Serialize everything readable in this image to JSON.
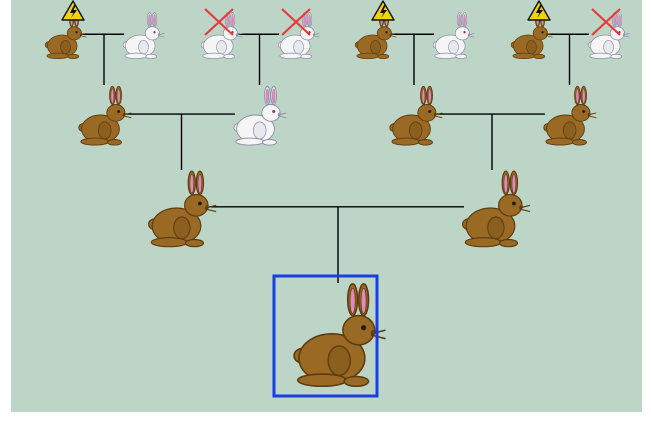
{
  "scene": {
    "title": "",
    "background_color": "#bdd5c7",
    "line_color": "#000000",
    "selection_color": "#1a3fe0",
    "selected_bunny": "offspring"
  },
  "colors": {
    "brown_fur": "#9a6a24",
    "white_fur": "#f5f5f5",
    "ear_pink": "#e08ab8",
    "warning": "#f2d20a",
    "dead_mark": "#e83a3a"
  },
  "bunnies": [
    {
      "id": "offspring",
      "generation": "offspring",
      "fur": "brown",
      "status": "alive",
      "selected": true
    },
    {
      "id": "p-left",
      "generation": "parent",
      "fur": "brown",
      "status": "alive"
    },
    {
      "id": "p-right",
      "generation": "parent",
      "fur": "brown",
      "status": "alive"
    },
    {
      "id": "gp1",
      "generation": "grandparent",
      "fur": "brown",
      "status": "alive"
    },
    {
      "id": "gp2",
      "generation": "grandparent",
      "fur": "white",
      "status": "alive"
    },
    {
      "id": "gp3",
      "generation": "grandparent",
      "fur": "brown",
      "status": "alive"
    },
    {
      "id": "gp4",
      "generation": "grandparent",
      "fur": "brown",
      "status": "alive"
    },
    {
      "id": "ggp1",
      "generation": "great-grandparent",
      "fur": "brown",
      "status": "mutation-warning"
    },
    {
      "id": "ggp2",
      "generation": "great-grandparent",
      "fur": "white",
      "status": "alive"
    },
    {
      "id": "ggp3",
      "generation": "great-grandparent",
      "fur": "white",
      "status": "dead"
    },
    {
      "id": "ggp4",
      "generation": "great-grandparent",
      "fur": "white",
      "status": "dead"
    },
    {
      "id": "ggp5",
      "generation": "great-grandparent",
      "fur": "brown",
      "status": "mutation-warning"
    },
    {
      "id": "ggp6",
      "generation": "great-grandparent",
      "fur": "white",
      "status": "alive"
    },
    {
      "id": "ggp7",
      "generation": "great-grandparent",
      "fur": "brown",
      "status": "mutation-warning"
    },
    {
      "id": "ggp8",
      "generation": "great-grandparent",
      "fur": "white",
      "status": "dead"
    }
  ],
  "icons": {
    "bunny": "bunny-icon",
    "warning": "warning-icon",
    "dead": "dead-x-icon"
  }
}
